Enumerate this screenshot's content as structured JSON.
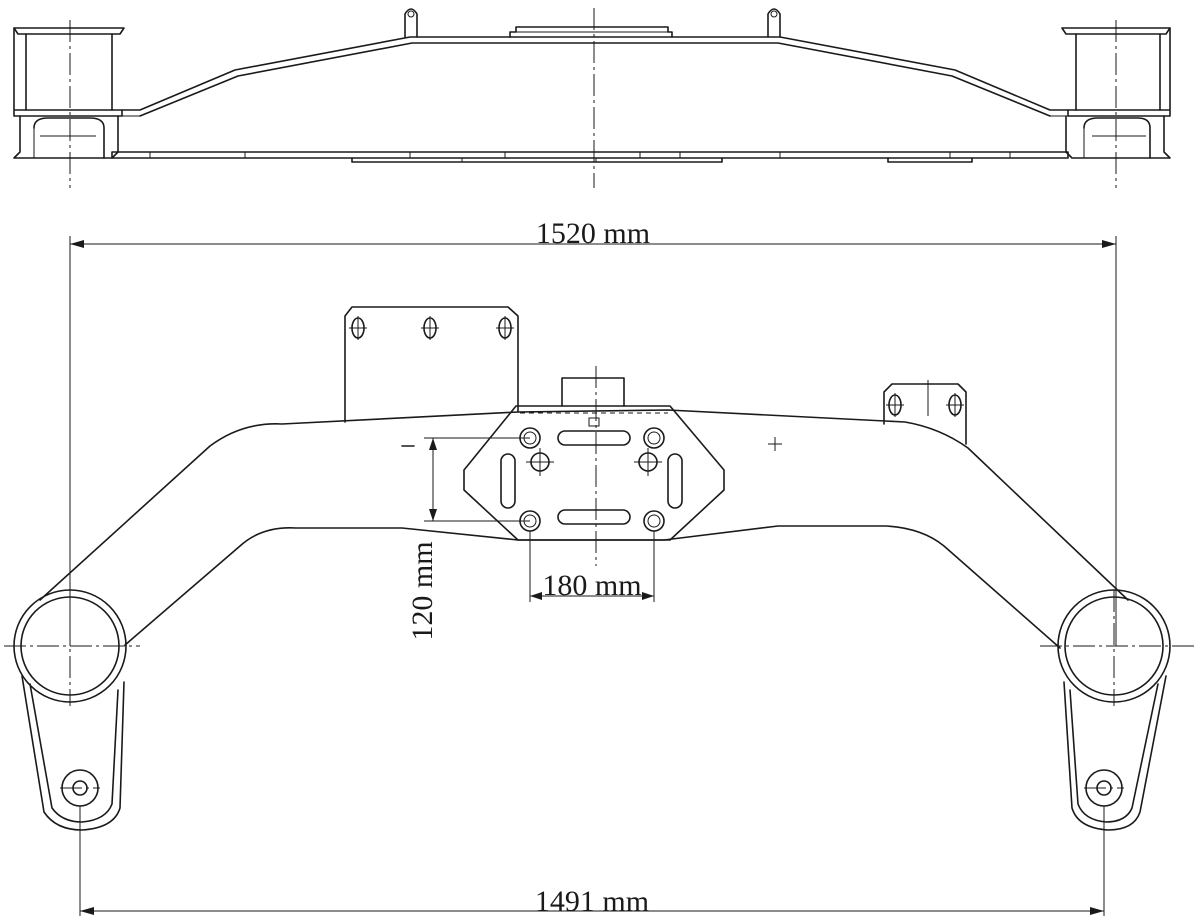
{
  "dimensions": {
    "overall_length": "1520 mm",
    "pivot_spacing": "1491 mm",
    "bolt_spacing_horizontal": "180 mm",
    "bolt_spacing_vertical": "120 mm"
  }
}
